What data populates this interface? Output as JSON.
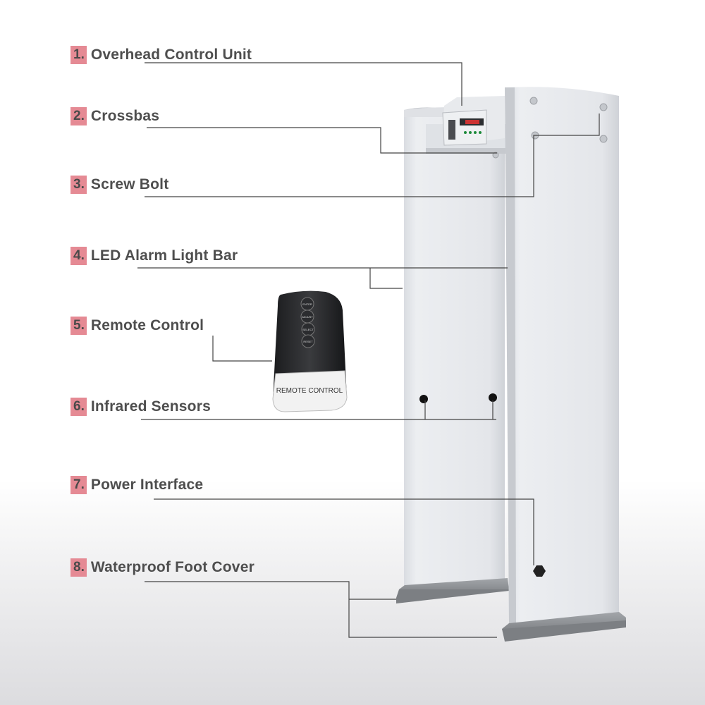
{
  "labels": [
    {
      "num": "1.",
      "text": "Overhead Control Unit"
    },
    {
      "num": "2.",
      "text": "Crossbas"
    },
    {
      "num": "3.",
      "text": "Screw Bolt"
    },
    {
      "num": "4.",
      "text": "LED Alarm Light Bar"
    },
    {
      "num": "5.",
      "text": "Remote Control"
    },
    {
      "num": "6.",
      "text": "Infrared Sensors"
    },
    {
      "num": "7.",
      "text": "Power Interface"
    },
    {
      "num": "8.",
      "text": "Waterproof Foot Cover"
    }
  ],
  "remote": {
    "buttons": [
      "ENTER",
      "ADJUST",
      "SELECT",
      "RESET"
    ],
    "label": "REMOTE CONTROL"
  },
  "colors": {
    "badge": "#e58a94",
    "label_text": "#4e4e4e",
    "panel": "#e6e8ec",
    "foot": "#8a8d91"
  }
}
